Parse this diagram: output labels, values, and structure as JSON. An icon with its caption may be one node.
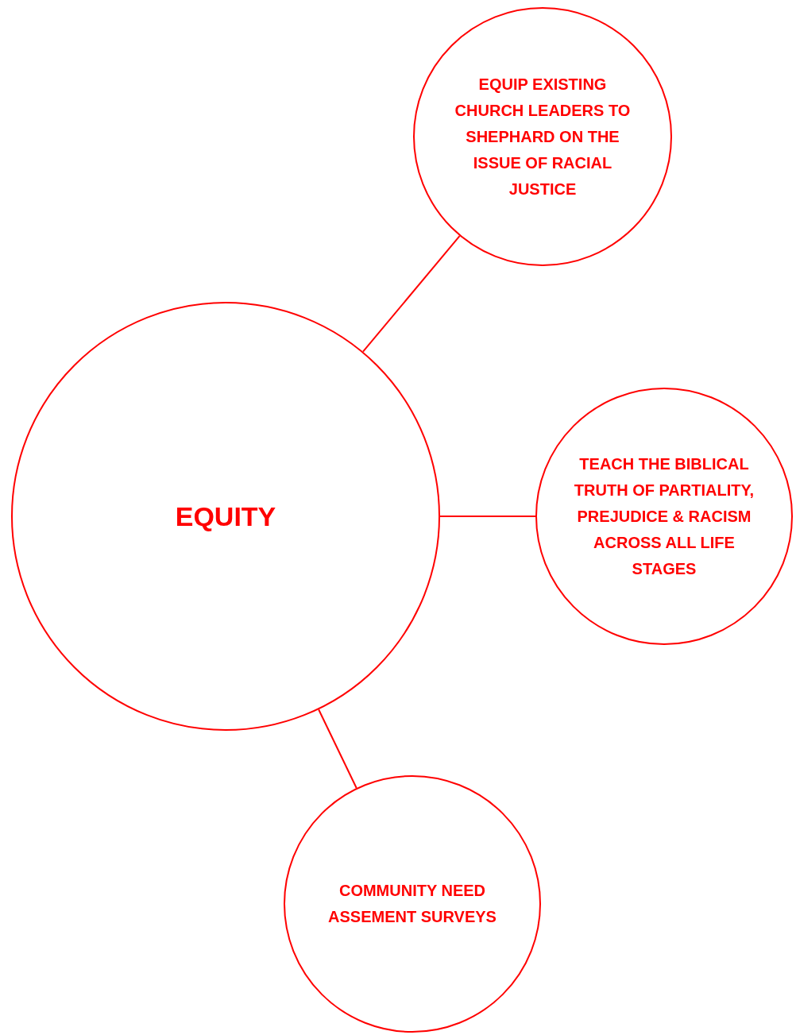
{
  "diagram": {
    "nodes": [
      {
        "text": [
          "EQUITY"
        ]
      },
      {
        "text": [
          "EQUIP EXISTING CHURCH LEADERS TO SHEPHARD ON THE ISSUE OF RACIAL JUSTICE"
        ]
      },
      {
        "text": [
          "TEACH THE BIBLICAL TRUTH OF PARTIALITY, PREJUDICE & RACISM ACROSS ALL LIFE STAGES"
        ]
      },
      {
        "text": [
          "COMMUNITY NEED ASSEMENT SURVEYS"
        ]
      }
    ],
    "edges": [
      {
        "from": 0,
        "to": 1,
        "arrow": "none"
      },
      {
        "from": 0,
        "to": 2,
        "arrow": "none"
      },
      {
        "from": 0,
        "to": 3,
        "arrow": "none"
      }
    ]
  }
}
